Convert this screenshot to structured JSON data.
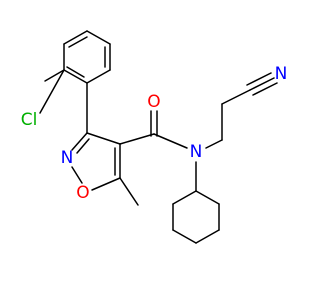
{
  "colors": {
    "bond": "#000000",
    "carbon": "#000000",
    "oxygen": "#ff0000",
    "nitrogen": "#0000ff",
    "chlorine": "#00b000"
  },
  "atoms": {
    "chlorine": "Cl",
    "ring_nitrogen": "N",
    "ring_oxygen": "O",
    "carbonyl_oxygen": "O",
    "amide_nitrogen": "N",
    "nitrile_nitrogen": "N"
  }
}
